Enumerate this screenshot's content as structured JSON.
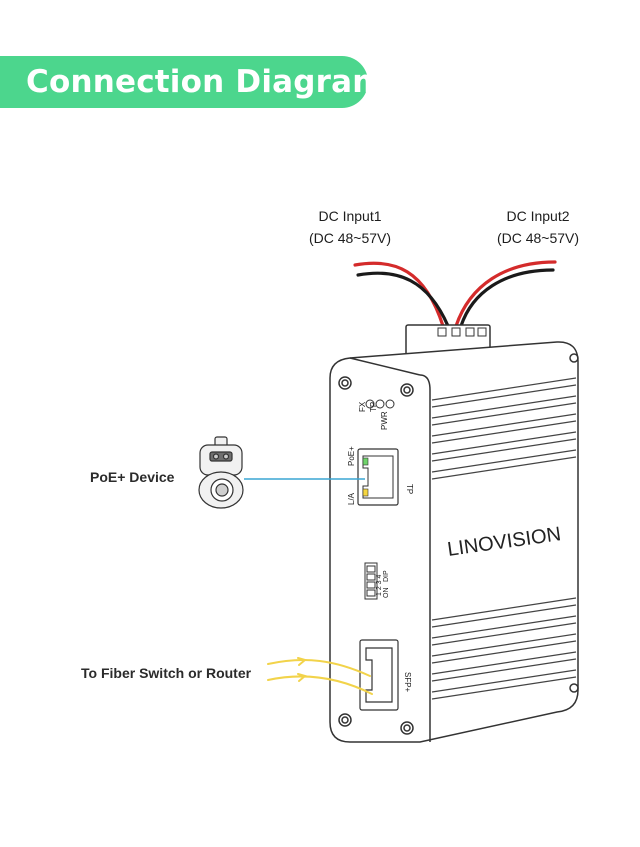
{
  "header": {
    "title": "Connection Diagram"
  },
  "labels": {
    "dc_input1": "DC Input1",
    "dc_input1_range": "(DC 48~57V)",
    "dc_input2": "DC Input2",
    "dc_input2_range": "(DC 48~57V)",
    "poe_device": "PoE+ Device",
    "fiber": "To Fiber Switch or Router"
  },
  "device": {
    "brand": "LINOVISION",
    "led_fx": "FX",
    "led_tp": "TP",
    "led_pwr": "PWR",
    "port_poe": "PoE+",
    "port_la": "L/A",
    "port_tp": "TP",
    "dip_numbers": "1 2 3 4",
    "dip_on": "ON",
    "dip_dip": "DIP",
    "port_sfp": "SFP+"
  },
  "colors": {
    "accent": "#4cd68d",
    "poe_cable": "#3aa6d4",
    "fiber_beam": "#f2d34a",
    "wire_red": "#d42b2b",
    "wire_black": "#1a1a1a"
  }
}
